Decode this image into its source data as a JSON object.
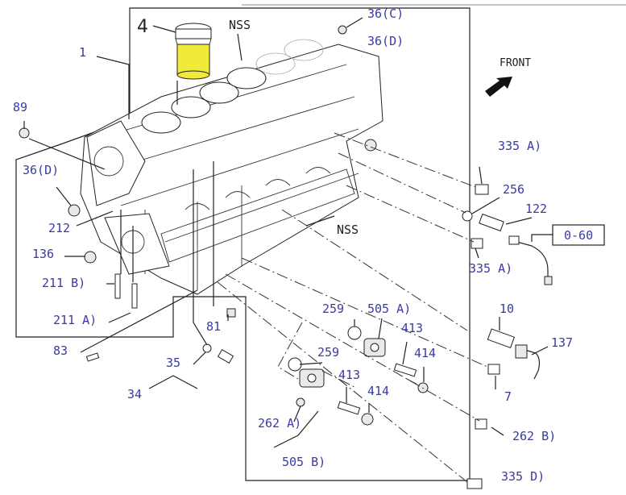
{
  "callouts": {
    "c1": "1",
    "c4": "4",
    "nss_top": "NSS",
    "c36c": "36(C)",
    "c36d_top": "36(D)",
    "front": "FRONT",
    "c89": "89",
    "c36d_left": "36(D)",
    "c212": "212",
    "c136": "136",
    "c211b": "211 B)",
    "c211a": "211 A)",
    "c83": "83",
    "c335a_top": "335 A)",
    "c256": "256",
    "c122": "122",
    "c060": "0-60",
    "c335a_mid": "335 A)",
    "nss_mid": "NSS",
    "c259_top": "259",
    "c505a": "505 A)",
    "c10": "10",
    "c413_top": "413",
    "c137": "137",
    "c81": "81",
    "c35": "35",
    "c34": "34",
    "c259_low": "259",
    "c414_top": "414",
    "c413_low": "413",
    "c7": "7",
    "c414_low": "414",
    "c262a": "262 A)",
    "c262b": "262 B)",
    "c505b": "505 B)",
    "c335d": "335 D)"
  },
  "colors": {
    "label_blue": "#3a3aa8",
    "highlight_yellow": "#f2ea3a",
    "line_black": "#222222"
  }
}
